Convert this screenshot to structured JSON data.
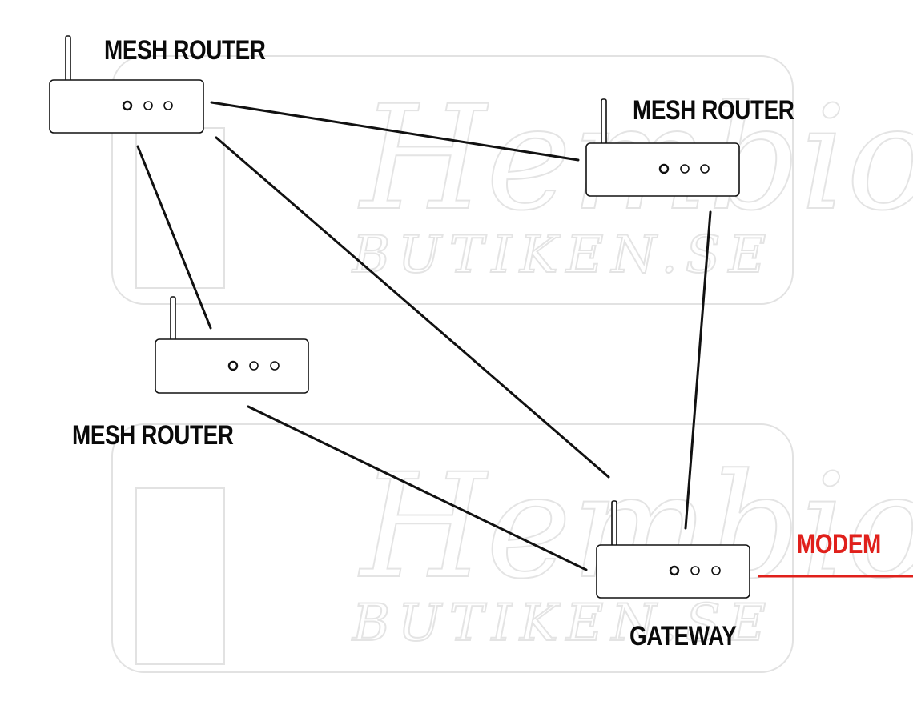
{
  "diagram": {
    "watermark": {
      "script": "Hembio",
      "sub": "BUTIKEN.SE"
    },
    "nodes": [
      {
        "id": "router-top-left",
        "label": "MESH ROUTER"
      },
      {
        "id": "router-top-right",
        "label": "MESH ROUTER"
      },
      {
        "id": "router-middle-left",
        "label": "MESH ROUTER"
      },
      {
        "id": "gateway",
        "label": "GATEWAY"
      }
    ],
    "modem_label": "MODEM",
    "colors": {
      "stroke": "#111111",
      "modem": "#e0201b",
      "watermark": "#d9d9d9"
    }
  }
}
